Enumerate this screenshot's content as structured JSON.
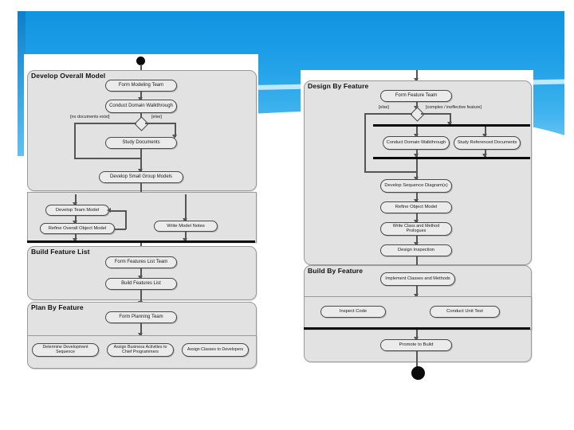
{
  "slide": {
    "background": {
      "style": "powerpoint-blue-wave",
      "accent_color": "#1f9fe8",
      "wave_color": "#ffffff",
      "band_top_color": "#1293e0",
      "band_bottom_color": "#7fcdf4"
    }
  },
  "diagrams": [
    {
      "id": "left",
      "name": "fdd-process-left",
      "start_node": "initial-node",
      "partitions": [
        {
          "id": "develop-overall-model",
          "title": "Develop Overall Model",
          "activities": [
            {
              "id": "form-modeling-team",
              "label": "Form Modeling Team"
            },
            {
              "id": "conduct-domain-walkthrough",
              "label": "Conduct Domain\nWalkthrough"
            },
            {
              "id": "study-documents",
              "label": "Study Documents"
            },
            {
              "id": "develop-small-group-models",
              "label": "Develop Small Group Models"
            },
            {
              "id": "develop-team-model",
              "label": "Develop Team Model"
            },
            {
              "id": "refine-overall-object-model",
              "label": "Refine Overall Object Model"
            },
            {
              "id": "write-model-notes",
              "label": "Write Model Notes"
            }
          ],
          "decision": {
            "id": "documents-decision",
            "guard_left": "[no documents exist]",
            "guard_right": "[else]"
          }
        },
        {
          "id": "build-feature-list",
          "title": "Build Feature List",
          "activities": [
            {
              "id": "form-features-list-team",
              "label": "Form Features List Team"
            },
            {
              "id": "build-features-list",
              "label": "Build Features List"
            }
          ]
        },
        {
          "id": "plan-by-feature",
          "title": "Plan By Feature",
          "activities": [
            {
              "id": "form-planning-team",
              "label": "Form Planning Team"
            },
            {
              "id": "determine-development-sequence",
              "label": "Determine Development\nSequence"
            },
            {
              "id": "assign-business-activities",
              "label": "Assign Business Activities\nto Chief Programmers"
            },
            {
              "id": "assign-classes-to-developers",
              "label": "Assign Classes to\nDevelopers"
            }
          ]
        }
      ]
    },
    {
      "id": "right",
      "name": "fdd-process-right",
      "end_node": "final-node",
      "partitions": [
        {
          "id": "design-by-feature",
          "title": "Design By Feature",
          "activities": [
            {
              "id": "form-feature-team",
              "label": "Form Feature Team"
            },
            {
              "id": "conduct-domain-walkthrough-r",
              "label": "Conduct Domain\nWalkthrough"
            },
            {
              "id": "study-referenced-documents",
              "label": "Study Referenced\nDocuments"
            },
            {
              "id": "develop-sequence-diagrams",
              "label": "Develop Sequence\nDiagram(s)"
            },
            {
              "id": "refine-object-model",
              "label": "Refine Object Model"
            },
            {
              "id": "write-class-and-method-prologues",
              "label": "Write Class and Method\nPrologues"
            },
            {
              "id": "design-inspection",
              "label": "Design Inspection"
            }
          ],
          "decision": {
            "id": "feature-complexity-decision",
            "guard_left": "[else]",
            "guard_right": "[complex / ineffective feature]"
          }
        },
        {
          "id": "build-by-feature",
          "title": "Build By Feature",
          "activities": [
            {
              "id": "implement-classes-and-methods",
              "label": "Implement\nClasses and Methods"
            },
            {
              "id": "inspect-code",
              "label": "Inspect Code"
            },
            {
              "id": "conduct-unit-test",
              "label": "Conduct Unit Test"
            },
            {
              "id": "promote-to-build",
              "label": "Promote to Build"
            }
          ]
        }
      ]
    }
  ]
}
